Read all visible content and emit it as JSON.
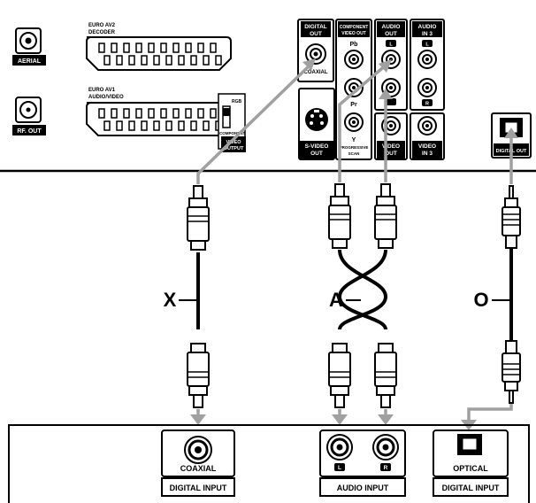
{
  "player_panel": {
    "aerial": "AERIAL",
    "rf_out": "RF. OUT",
    "euro_av2_line1": "EURO AV2",
    "euro_av2_line2": "DECODER",
    "euro_av1_line1": "EURO AV1",
    "euro_av1_line2": "AUDIO/VIDEO",
    "switch_top": "RGB",
    "switch_bottom": "COMPONENT",
    "switch_label_line1": "VIDEO",
    "switch_label_line2": "OUTPUT",
    "digital_out_line1": "DIGITAL",
    "digital_out_line2": "OUT",
    "coaxial": "COAXIAL",
    "component_line1": "COMPONENT",
    "component_line2": "VIDEO OUT",
    "pb": "Pb",
    "pr": "Pr",
    "y": "Y",
    "progressive_line1": "PROGRESSIVE",
    "progressive_line2": "SCAN",
    "svideo_line1": "S-VIDEO",
    "svideo_line2": "OUT",
    "audio_out_line1": "AUDIO",
    "audio_out_line2": "OUT",
    "audio_in_line1": "AUDIO",
    "audio_in_line2": "IN 3",
    "badge_l": "L",
    "badge_r": "R",
    "video_out_line1": "VIDEO",
    "video_out_line2": "OUT",
    "video_in_line1": "VIDEO",
    "video_in_line2": "IN 3",
    "optical_digital_out": "DIGITAL OUT"
  },
  "cables": {
    "coaxial_label": "X",
    "audio_label": "A",
    "optical_label": "O"
  },
  "receiver": {
    "coaxial": "COAXIAL",
    "coaxial_group": "DIGITAL INPUT",
    "badge_l": "L",
    "badge_r": "R",
    "audio_group": "AUDIO INPUT",
    "optical": "OPTICAL",
    "optical_group": "DIGITAL INPUT"
  },
  "colors": {
    "line": "#000000",
    "arrow": "#a0a0a0",
    "background": "#ffffff"
  }
}
